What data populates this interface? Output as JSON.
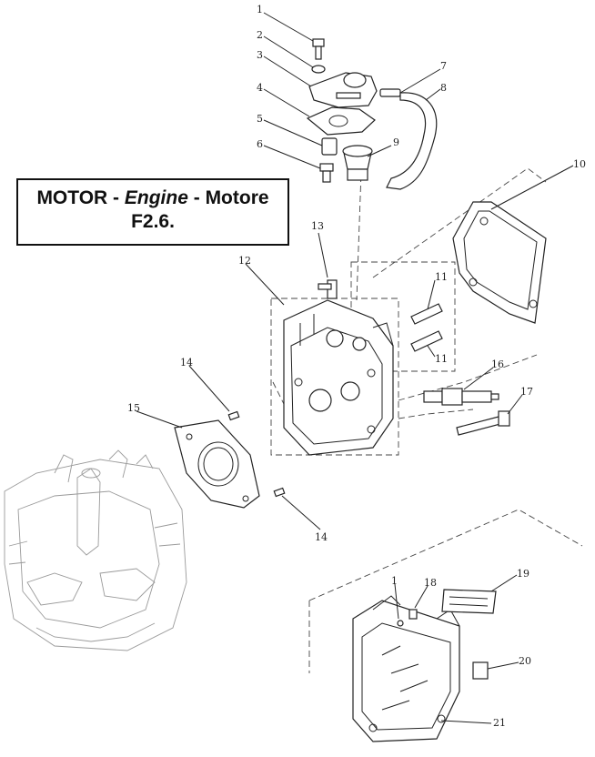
{
  "title": {
    "line1_a": "MOTOR - ",
    "line1_b": "Engine",
    "line1_c": " - Motore",
    "line2": "F2.6."
  },
  "callouts": [
    "1",
    "2",
    "3",
    "4",
    "5",
    "6",
    "7",
    "8",
    "9",
    "10",
    "11",
    "11",
    "12",
    "13",
    "14",
    "14",
    "15",
    "16",
    "17",
    "1",
    "18",
    "19",
    "20",
    "21"
  ],
  "colors": {
    "line": "#222222",
    "ghost": "#9a9a9a",
    "border": "#111111"
  }
}
